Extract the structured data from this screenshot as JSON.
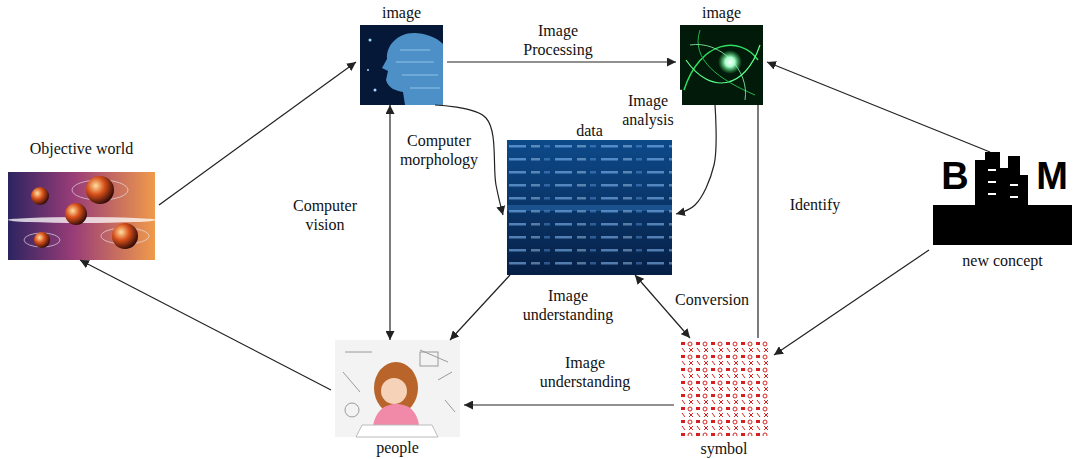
{
  "diagram": {
    "nodes": [
      {
        "text": [
          "Objective world"
        ]
      },
      {
        "text": [
          "image"
        ]
      },
      {
        "text": [
          "image"
        ]
      },
      {
        "text": [
          "data"
        ]
      },
      {
        "text": [
          "people"
        ]
      },
      {
        "text": [
          "symbol"
        ]
      },
      {
        "text": [
          "new concept"
        ]
      }
    ],
    "edges": [
      {
        "from": 0,
        "to": 1,
        "arrow": "to"
      },
      {
        "from": 1,
        "to": 2,
        "label": "Image Processing",
        "arrow": "to"
      },
      {
        "from": 1,
        "to": 3,
        "label": "Computer morphology",
        "arrow": "to"
      },
      {
        "from": 1,
        "to": 4,
        "label": "Computer vision",
        "arrow": "both"
      },
      {
        "from": 2,
        "to": 3,
        "label": "Image analysis",
        "arrow": "to"
      },
      {
        "from": 2,
        "to": 5,
        "label": "Identify",
        "arrow": "none"
      },
      {
        "from": 3,
        "to": 4,
        "label": "Image understanding",
        "arrow": "to"
      },
      {
        "from": 3,
        "to": 5,
        "label": "Conversion",
        "arrow": "both"
      },
      {
        "from": 5,
        "to": 4,
        "label": "Image understanding",
        "arrow": "to"
      },
      {
        "from": 4,
        "to": 0,
        "arrow": "to"
      },
      {
        "from": 6,
        "to": 2,
        "arrow": "to"
      },
      {
        "from": 6,
        "to": 5,
        "arrow": "to"
      }
    ],
    "labels": [
      "B",
      "M"
    ]
  }
}
